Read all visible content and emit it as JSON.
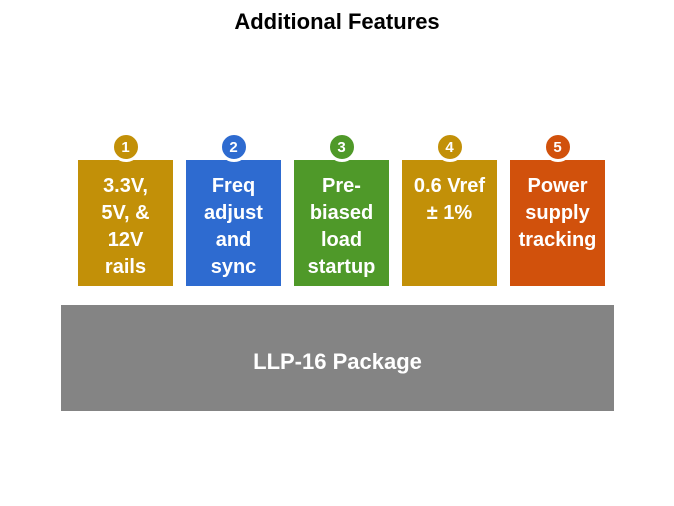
{
  "title": "Additional Features",
  "features": [
    {
      "number": "1",
      "text": "3.3V,\n5V, &\n12V\nrails",
      "color": "#C29008"
    },
    {
      "number": "2",
      "text": "Freq\nadjust\nand\nsync",
      "color": "#2E6BD0"
    },
    {
      "number": "3",
      "text": "Pre-\nbiased\nload\nstartup",
      "color": "#4F9929"
    },
    {
      "number": "4",
      "text": "0.6 Vref\n± 1%",
      "color": "#C29008"
    },
    {
      "number": "5",
      "text": "Power\nsupply\ntracking",
      "color": "#D1510C"
    }
  ],
  "package": {
    "label": "LLP-16 Package",
    "color": "#848484"
  },
  "colors": {
    "gold": "#C29008",
    "blue": "#2E6BD0",
    "green": "#4F9929",
    "orange": "#D1510C",
    "gray": "#848484",
    "text_on_color": "#FFFFFF",
    "title_text": "#000000",
    "background": "#FFFFFF"
  }
}
